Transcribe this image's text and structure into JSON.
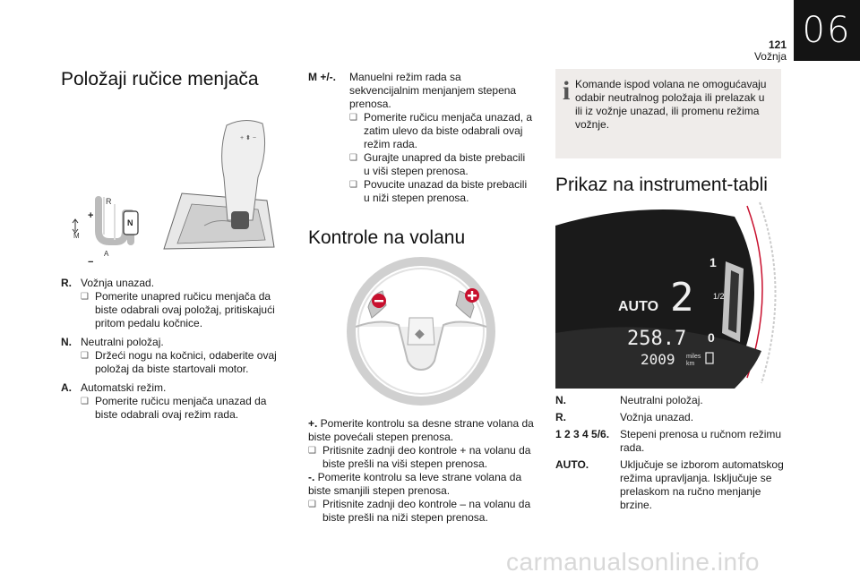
{
  "header": {
    "page_number": "121",
    "section": "Vožnja",
    "chapter": "06"
  },
  "col1": {
    "title": "Položaji ručice menjača",
    "diagram_labels": {
      "R": "R",
      "N": "N",
      "M": "M",
      "A": "A",
      "plus": "+",
      "minus": "−"
    },
    "items": [
      {
        "key": "R.",
        "text": "Vožnja unazad.",
        "bullets": [
          "Pomerite unapred ručicu menjača da biste odabrali ovaj položaj, pritiskajući pritom pedalu kočnice."
        ]
      },
      {
        "key": "N.",
        "text": "Neutralni položaj.",
        "bullets": [
          "Držeći nogu na kočnici, odaberite ovaj položaj da biste startovali motor."
        ]
      },
      {
        "key": "A.",
        "text": "Automatski režim.",
        "bullets": [
          "Pomerite ručicu menjača unazad da biste odabrali ovaj režim rada."
        ]
      }
    ]
  },
  "col2": {
    "mode_key": "M +/-.",
    "mode_text": "Manuelni režim rada sa sekvencijalnim menjanjem stepena prenosa.",
    "mode_bullets": [
      "Pomerite ručicu menjača unazad, a zatim ulevo da biste odabrali ovaj režim rada.",
      "Gurajte unapred da biste prebacili u viši stepen prenosa.",
      "Povucite unazad da biste prebacili u niži stepen prenosa."
    ],
    "title": "Kontrole na volanu",
    "plus_key": "+.",
    "plus_text": " Pomerite kontrolu sa desne strane volana da biste povećali stepen prenosa.",
    "plus_bullet": "Pritisnite zadnji deo kontrole + na volanu da biste prešli na viši stepen prenosa.",
    "minus_key": "-.",
    "minus_text": " Pomerite kontrolu sa leve strane volana da biste smanjili stepen prenosa.",
    "minus_bullet": "Pritisnite zadnji deo kontrole – na volanu da biste prešli na niži stepen prenosa."
  },
  "col3": {
    "info": "Komande ispod volana ne omogućavaju odabir neutralnog položaja ili prelazak u ili iz vožnje unazad, ili promenu režima vožnje.",
    "title": "Prikaz na instrument-tabli",
    "cluster": {
      "mode": "AUTO",
      "gear": "2",
      "trip": "258.7",
      "odo": "2009",
      "unit1": "miles",
      "unit2": "km",
      "g1": "1",
      "g12": "1/2",
      "g0": "0"
    },
    "legend": [
      {
        "key": "N.",
        "text": "Neutralni položaj."
      },
      {
        "key": "R.",
        "text": "Vožnja unazad."
      },
      {
        "key": "1 2 3 4 5/6.",
        "text": "Stepeni prenosa u ručnom režimu rada."
      },
      {
        "key": "AUTO.",
        "text": "Uključuje se izborom automatskog režima upravljanja. Isključuje se prelaskom na ručno menjanje brzine."
      }
    ]
  },
  "watermark": "carmanualsonline.info",
  "bullet_symbol": "❑"
}
